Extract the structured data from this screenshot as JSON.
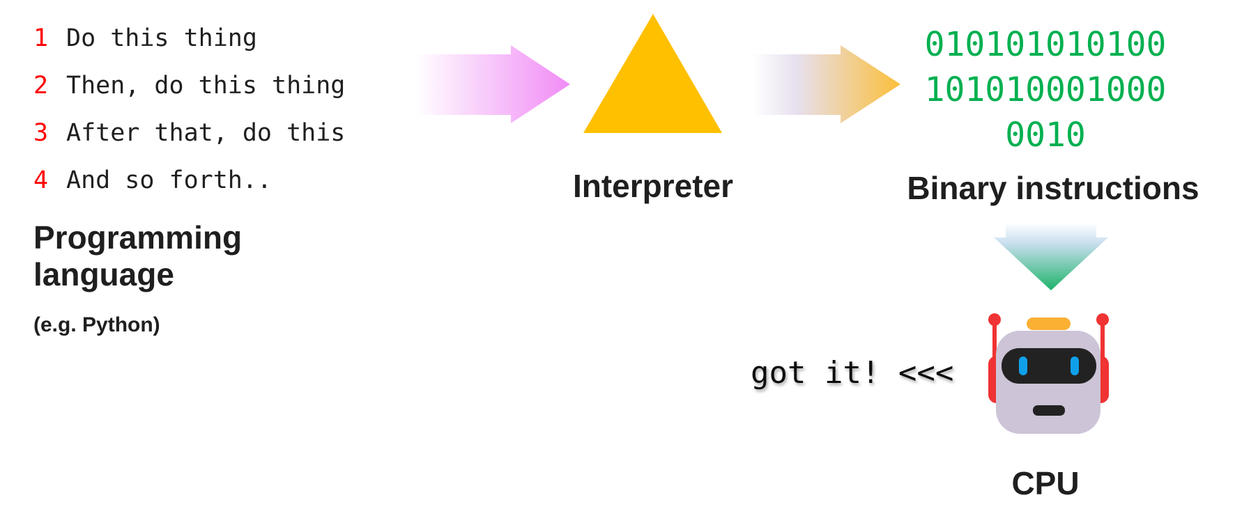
{
  "steps": [
    {
      "num": "1",
      "text": "Do this thing"
    },
    {
      "num": "2",
      "text": "Then, do this thing"
    },
    {
      "num": "3",
      "text": "After that, do this"
    },
    {
      "num": "4",
      "text": "And so forth.."
    }
  ],
  "language": {
    "line1": "Programming",
    "line2": "language",
    "example": "(e.g. Python)"
  },
  "interpreter": {
    "label": "Interpreter"
  },
  "binary": {
    "lines": [
      "010101010100",
      "101010001000",
      "0010"
    ],
    "label": "Binary instructions"
  },
  "cpu": {
    "label": "CPU",
    "response": "got it! <<<"
  },
  "colors": {
    "step_number": "#ff0000",
    "binary": "#00b050",
    "triangle": "#ffc000"
  }
}
